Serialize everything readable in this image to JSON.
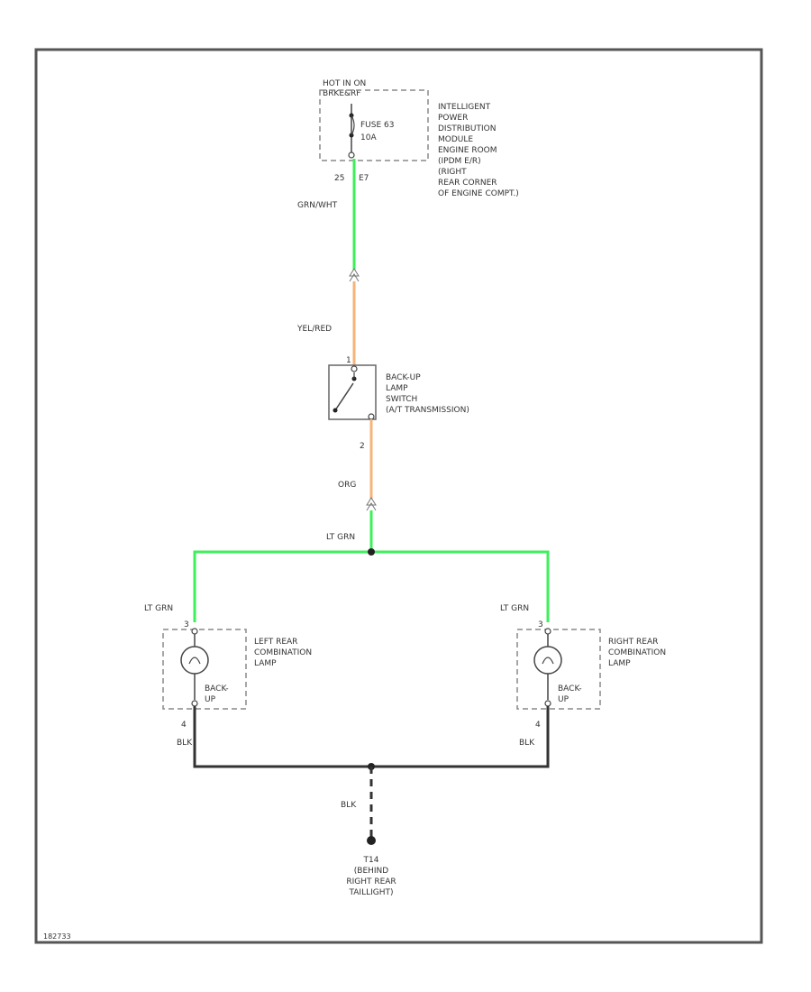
{
  "power_source": {
    "line1": "HOT IN ON",
    "line2": "BRKE&RF"
  },
  "fuse": {
    "name": "FUSE 63",
    "rating": "10A"
  },
  "ipdm": {
    "lines": [
      "INTELLIGENT",
      "POWER",
      "DISTRIBUTION",
      "MODULE",
      "ENGINE ROOM",
      "(IPDM E/R)",
      "(RIGHT",
      "REAR CORNER",
      "OF ENGINE COMPT.)"
    ],
    "connector_left": "25",
    "connector_right": "E7"
  },
  "wires": {
    "ipdm_out": "GRN/WHT",
    "switch_in": "YEL/RED",
    "switch_out": "ORG",
    "splice": "LT GRN",
    "left_lamp_in": "LT GRN",
    "right_lamp_in": "LT GRN",
    "left_lamp_out": "BLK",
    "right_lamp_out": "BLK",
    "ground": "BLK"
  },
  "switch": {
    "lines": [
      "BACK-UP",
      "LAMP",
      "SWITCH",
      "(A/T TRANSMISSION)"
    ],
    "pin_in": "1",
    "pin_out": "2"
  },
  "left_lamp": {
    "lines": [
      "LEFT REAR",
      "COMBINATION",
      "LAMP"
    ],
    "bulb_lines": [
      "BACK-",
      "UP"
    ],
    "pin_in": "3",
    "pin_out": "4"
  },
  "right_lamp": {
    "lines": [
      "RIGHT REAR",
      "COMBINATION",
      "LAMP"
    ],
    "bulb_lines": [
      "BACK-",
      "UP"
    ],
    "pin_in": "3",
    "pin_out": "4"
  },
  "ground": {
    "lines": [
      "T14",
      "(BEHIND",
      "RIGHT REAR",
      "TAILLIGHT)"
    ]
  },
  "figure_id": "182733",
  "colors": {
    "green_wire": "#3cf05a",
    "orange_wire": "#f5b47a",
    "black_wire": "#333333",
    "frame": "#555555"
  },
  "icons": [
    "fuse-icon",
    "switch-icon",
    "bulb-icon",
    "ground-icon"
  ]
}
